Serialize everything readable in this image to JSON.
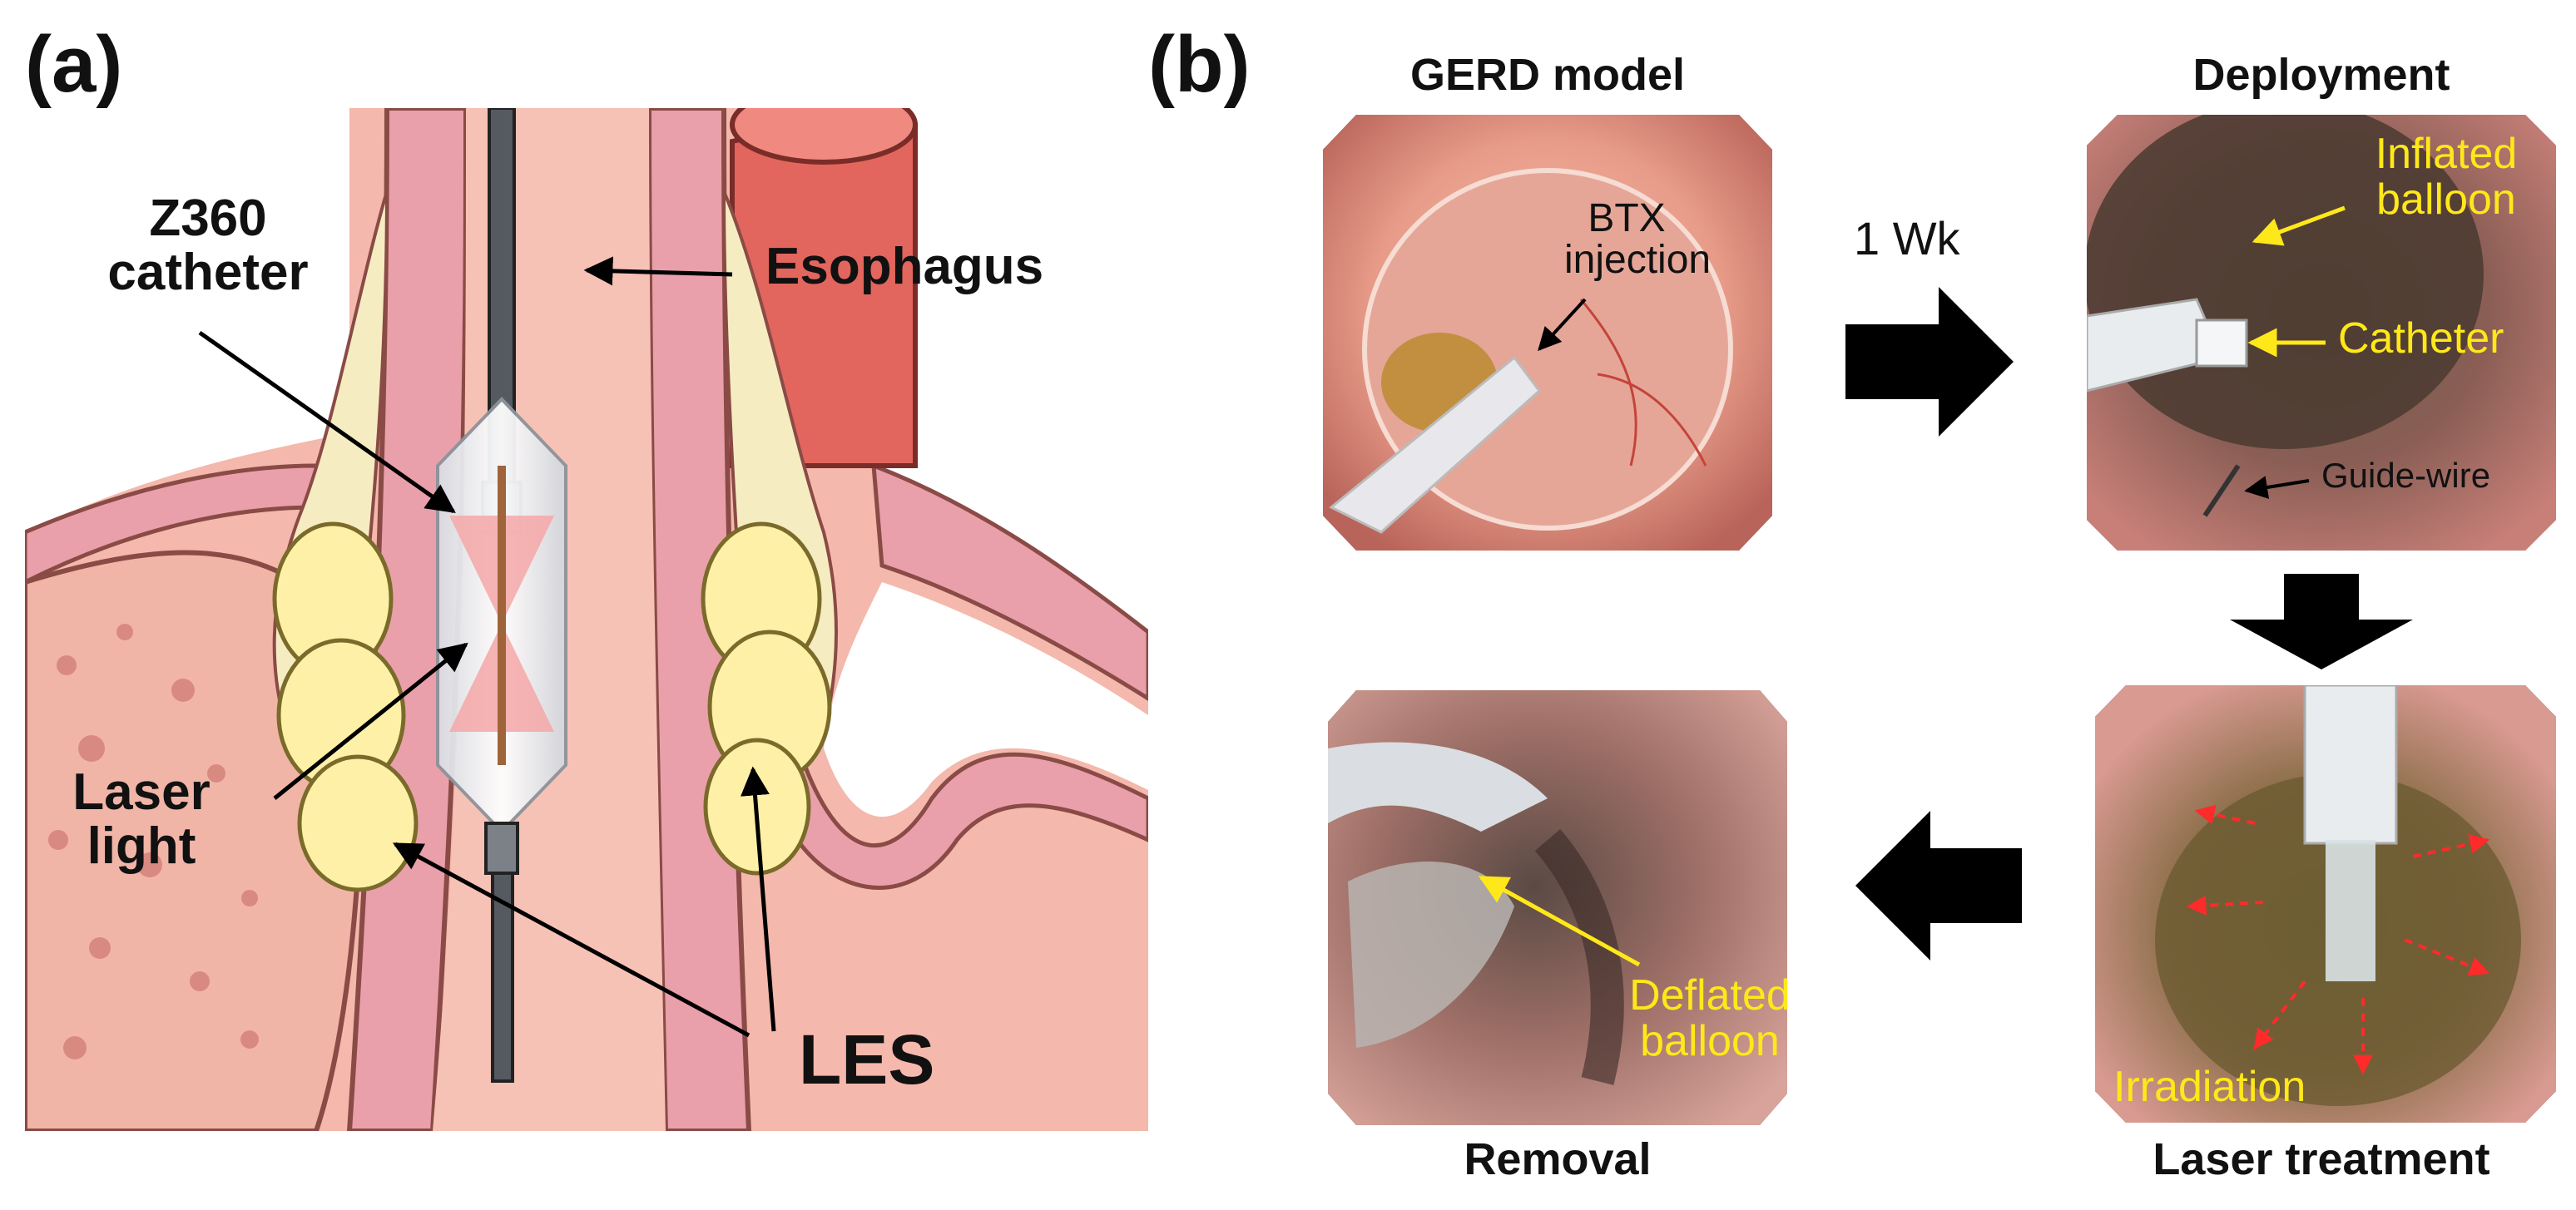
{
  "panel_a": {
    "letter": "(a)",
    "labels": {
      "catheter": [
        "Z360",
        "catheter"
      ],
      "esophagus": "Esophagus",
      "laser": [
        "Laser",
        "light"
      ],
      "les": "LES"
    }
  },
  "panel_b": {
    "letter": "(b)",
    "steps": {
      "gerd": {
        "title": "GERD model",
        "annotation": [
          "BTX",
          "injection"
        ]
      },
      "interval": "1 Wk",
      "deployment": {
        "title": "Deployment",
        "annotations": {
          "balloon": [
            "Inflated",
            "balloon"
          ],
          "catheter": "Catheter",
          "guidewire": "Guide-wire"
        }
      },
      "laser": {
        "title": "Laser treatment",
        "annotation": "Irradiation"
      },
      "removal": {
        "title": "Removal",
        "annotation": [
          "Deflated",
          "balloon"
        ]
      }
    }
  },
  "colors": {
    "tissue": "#f2b2a6",
    "mucosa": "#e9a0ab",
    "fat": "#fff0a8",
    "vessel": "#e2665e",
    "annotation_yellow": "#ffe81a",
    "arrow": "#000000"
  }
}
